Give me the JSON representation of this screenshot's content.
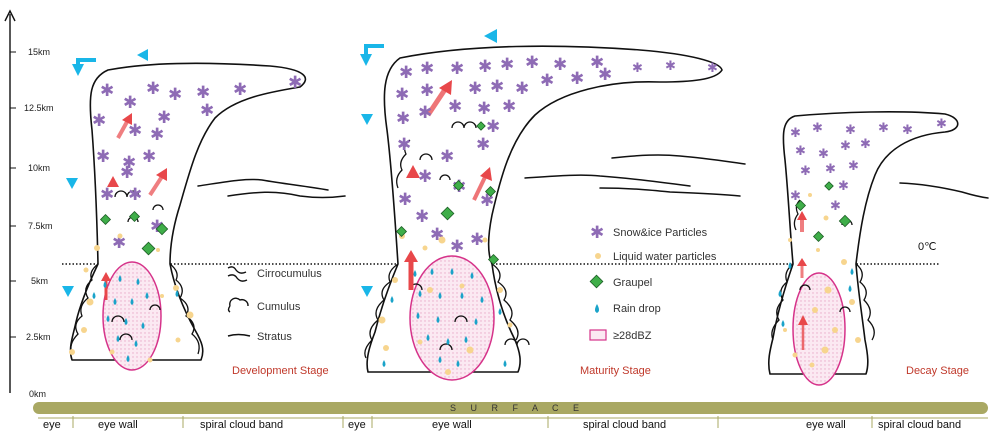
{
  "axis": {
    "ticks": [
      "15km",
      "12.5km",
      "10km",
      "7.5km",
      "5km",
      "2.5km",
      "0km"
    ]
  },
  "legend_clouds": {
    "cirrocumulus": "Cirrocumulus",
    "cumulus": "Cumulus",
    "stratus": "Stratus"
  },
  "legend_particles": {
    "snow_ice": "Snow&ice Particles",
    "liquid_water": "Liquid water particles",
    "graupel": "Graupel",
    "rain_drop": "Rain drop",
    "reflectivity": "≥28dBZ"
  },
  "freezing_level": "0℃",
  "stages": {
    "development": "Development Stage",
    "maturity": "Maturity Stage",
    "decay": "Decay Stage"
  },
  "surface": {
    "label": "S U R F A C E",
    "zones": [
      "eye",
      "eye wall",
      "spiral cloud band",
      "eye",
      "eye wall",
      "spiral cloud band",
      "eye wall",
      "spiral cloud band"
    ]
  },
  "colors": {
    "snow": "#8e6bb5",
    "liquid": "#f7d58e",
    "graupel": "#3fae49",
    "rain": "#1aa3c9",
    "reflectivity": "#d6338a",
    "updraft": "#e8474a",
    "flow": "#19b6e8",
    "surface": "#a9a863",
    "stage_label": "#c0392b"
  }
}
